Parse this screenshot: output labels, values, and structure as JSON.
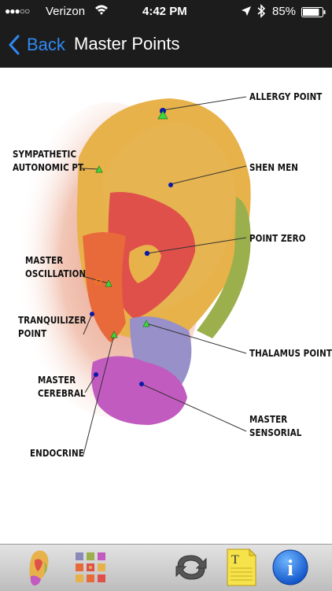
{
  "status_bar": {
    "carrier": "Verizon",
    "time": "4:42 PM",
    "battery": "85%",
    "battery_level": 0.85
  },
  "nav": {
    "back_label": "Back",
    "title": "Master Points"
  },
  "points": {
    "allergy": "ALLERGY POINT",
    "sympathetic_1": "SYMPATHETIC",
    "sympathetic_2": "AUTONOMIC PT.",
    "shen_men": "SHEN MEN",
    "point_zero": "POINT ZERO",
    "master_osc_1": "MASTER",
    "master_osc_2": "OSCILLATION",
    "tranquilizer_1": "TRANQUILIZER",
    "tranquilizer_2": "POINT",
    "thalamus": "THALAMUS POINT",
    "master_cerebral_1": "MASTER",
    "master_cerebral_2": "CEREBRAL",
    "master_sensorial_1": "MASTER",
    "master_sensorial_2": "SENSORIAL",
    "endocrine": "ENDOCRINE"
  },
  "colors": {
    "marker_blue": "#0a1aa8",
    "marker_green": "#3fd83f",
    "marker_orange": "#f07a1a",
    "ear_yellow": "#e8b24a",
    "ear_red": "#e0504a",
    "ear_green": "#9bb04c",
    "ear_purple": "#c25bc0",
    "ear_lavender": "#9890c8",
    "nav_back": "#2f8af5"
  },
  "toolbar": {
    "ear_icon": "ear-icon",
    "grid_icon": "grid-icon",
    "refresh_icon": "refresh-icon",
    "notes_icon": "notes-icon",
    "notes_glyph": "T",
    "info_icon": "info-icon",
    "info_glyph": "i"
  }
}
